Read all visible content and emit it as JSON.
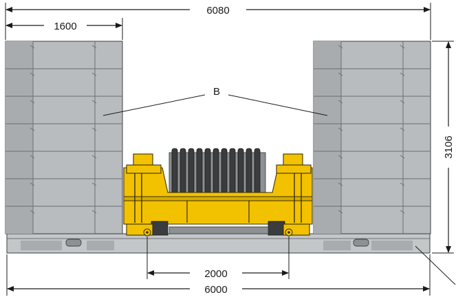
{
  "dimensions": {
    "overall_top": "6080",
    "block_width": "1600",
    "height": "3106",
    "track_width": "2000",
    "overall_bottom": "6000"
  },
  "labels": {
    "ballast": "B"
  },
  "colors": {
    "ballast_blocks": "#b9bcbe",
    "crane_body": "#f2c200",
    "lines": "#1a1a1a"
  }
}
